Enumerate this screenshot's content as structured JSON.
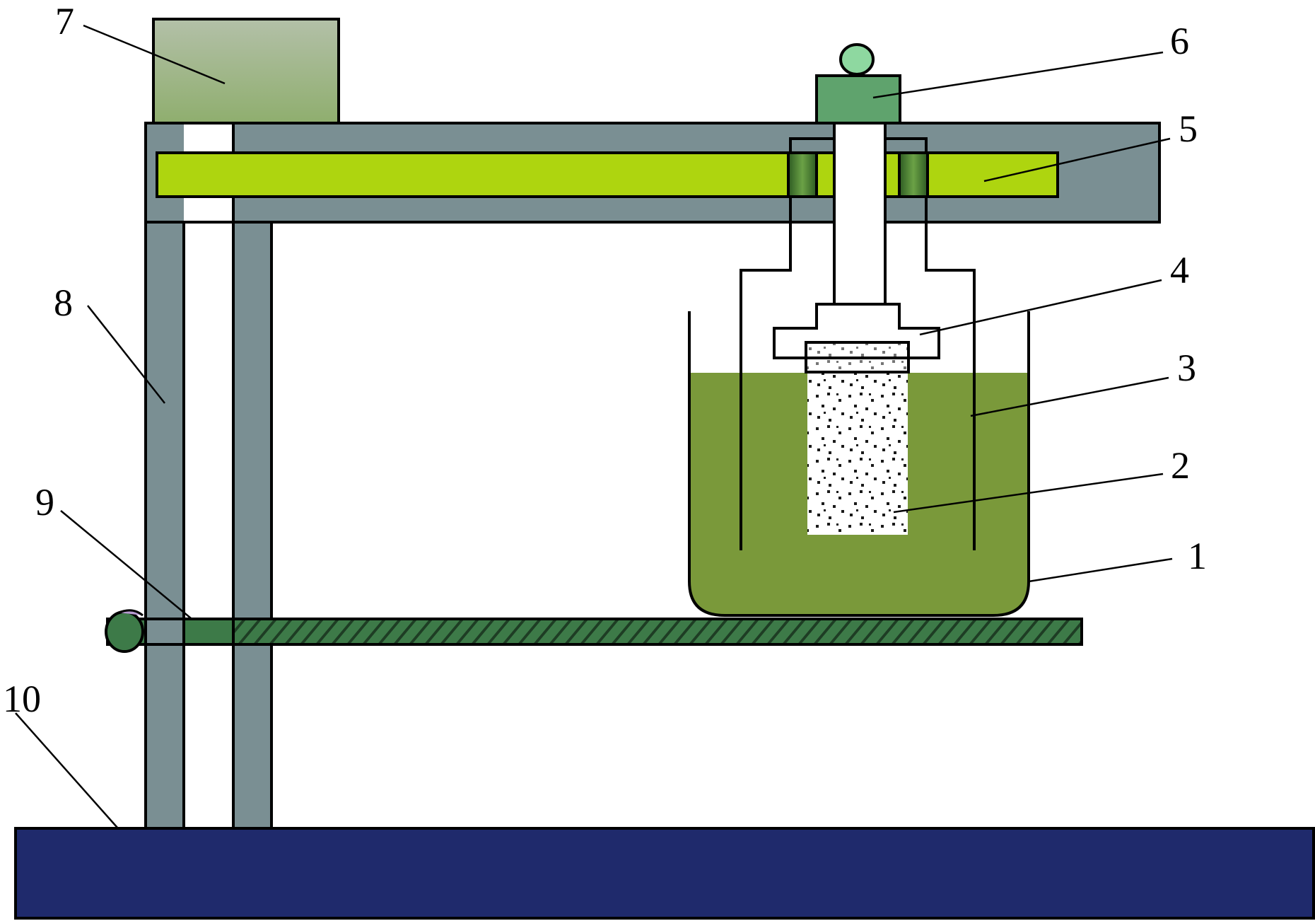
{
  "labels": {
    "l1": "1",
    "l2": "2",
    "l3": "3",
    "l4": "4",
    "l5": "5",
    "l6": "6",
    "l7": "7",
    "l8": "8",
    "l9": "9",
    "l10": "10"
  },
  "colors": {
    "frame": "#7a8f93",
    "slider": "#aed50f",
    "liquid": "#7a993a",
    "motor": "#8fae6e",
    "motor_top": "#b3c0a8",
    "knob_block": "#5fa36d",
    "knob": "#8ed8a0",
    "clamp_dark": "#2d5a22",
    "clamp_light": "#6ba246",
    "shelf": "#3d7a48",
    "shelf_end": "#b79bd1",
    "base": "#1f2a6c"
  }
}
